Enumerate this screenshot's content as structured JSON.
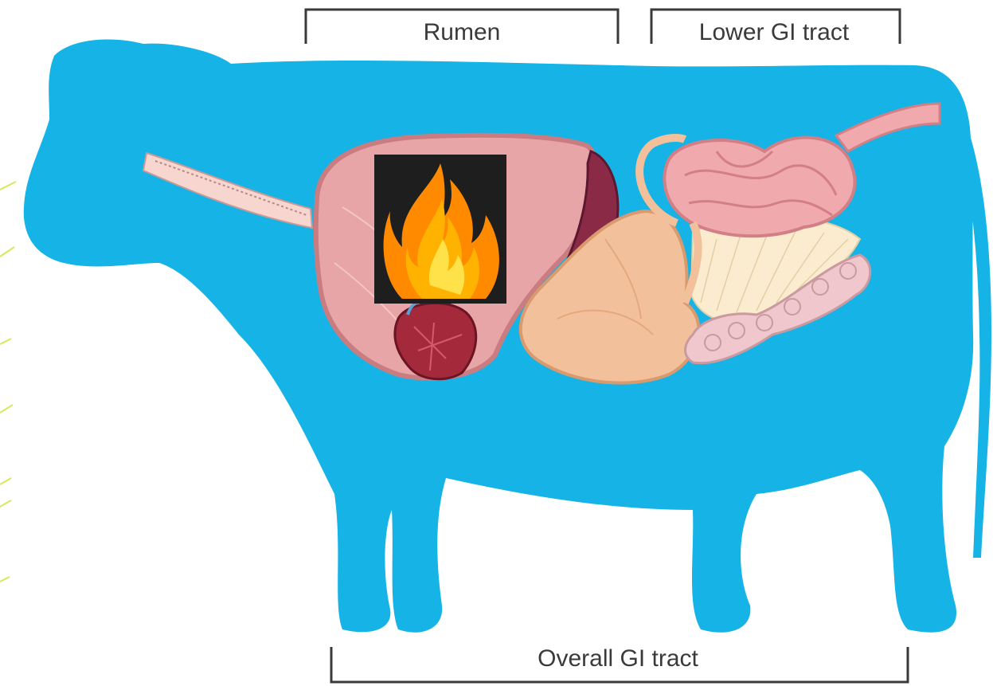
{
  "labels": {
    "rumen": "Rumen",
    "lower_gi": "Lower GI tract",
    "overall_gi": "Overall GI tract"
  },
  "colors": {
    "cow_body": "#16b3e6",
    "bracket_line": "#3a3a3a",
    "rumen_tissue": "#e8a5a7",
    "abomasum": "#f2c09a",
    "omasum": "#8a2a46",
    "heart": "#a3293b",
    "intestines": "#f0a9ad",
    "mesentery": "#fbeccf",
    "fire_bg": "#1e1e1e",
    "flame_outer": "#ff8a00",
    "flame_inner": "#ffe14a",
    "decor_lines": "#d9e85a"
  },
  "icons": [
    "cow-silhouette",
    "fire-icon",
    "heart-icon"
  ]
}
